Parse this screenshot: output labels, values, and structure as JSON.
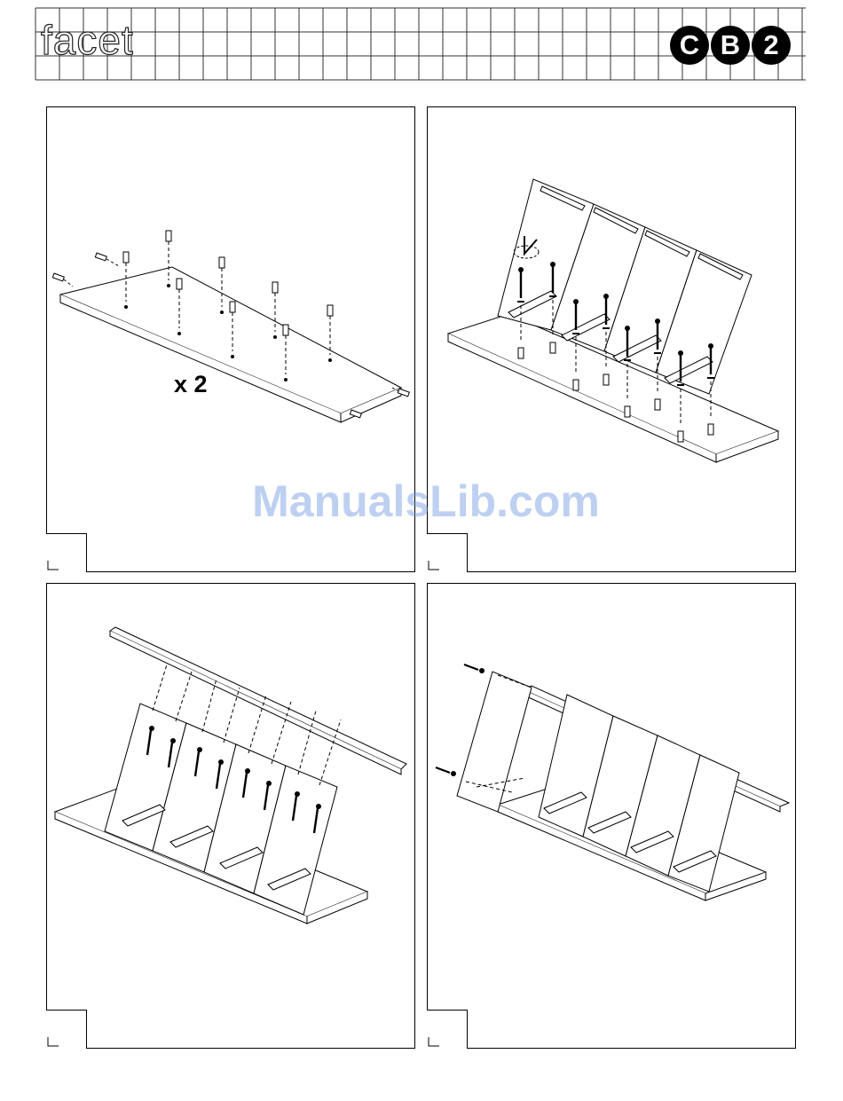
{
  "header": {
    "brand_name": "facet",
    "logo_letters": [
      "C",
      "B",
      "2"
    ],
    "logo_color": "#000000"
  },
  "steps": [
    {
      "id": "step-1",
      "label": "x 2",
      "label_meaning": "quantity"
    },
    {
      "id": "step-2"
    },
    {
      "id": "step-3"
    },
    {
      "id": "step-4"
    }
  ],
  "watermark": {
    "text": "ManualsLib.com",
    "color": "#6e96e1"
  }
}
